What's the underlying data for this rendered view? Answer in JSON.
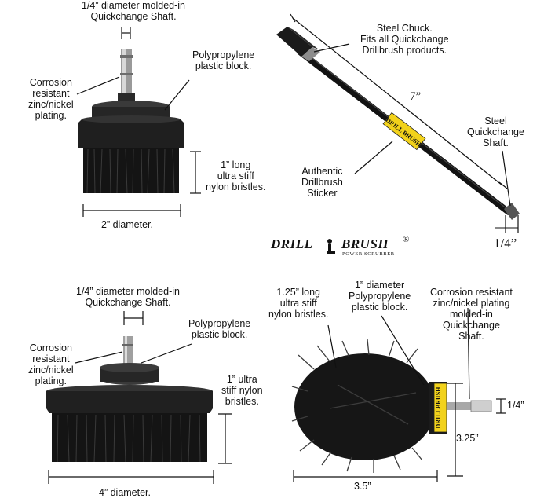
{
  "top_left": {
    "shaft_label": "1/4” diameter molded-in\nQuickchange Shaft.",
    "block_label": "Polypropylene\nplastic block.",
    "plating_label": "Corrosion\nresistant\nzinc/nickel\nplating.",
    "bristles_label": "1” long\nultra stiff\nnylon bristles.",
    "diameter_label": "2” diameter."
  },
  "top_right": {
    "chuck_label": "Steel Chuck.\nFits all Quickchange\nDrillbrush products.",
    "length_label": "7”",
    "shaft_label": "Steel\nQuickchange\nShaft.",
    "sticker_label": "Authentic\nDrillbrush\nSticker",
    "shaft_dim_label": "1/4”",
    "sticker_text": "DRILL BRUSH"
  },
  "logo": {
    "drill": "DRILL",
    "brush": "BRUSH",
    "reg": "®",
    "tagline": "POWER SCRUBBER"
  },
  "bottom_left": {
    "shaft_label": "1/4” diameter molded-in\nQuickchange Shaft.",
    "block_label": "Polypropylene\nplastic block.",
    "plating_label": "Corrosion\nresistant\nzinc/nickel\nplating.",
    "bristles_label": "1” ultra\nstiff nylon\nbristles.",
    "diameter_label": "4” diameter."
  },
  "bottom_right": {
    "bristles_label": "1.25” long\nultra stiff\nnylon bristles.",
    "block_label": "1” diameter\nPolypropylene\nplastic block.",
    "plating_label": "Corrosion resistant\nzinc/nickel plating\nmolded-in\nQuickchange\nShaft.",
    "shaft_dim_label": "1/4”",
    "height_label": "3.25”",
    "width_label": "3.5”",
    "sticker_text": "DRILLBRUSH"
  },
  "colors": {
    "line": "#111111",
    "plastic": "#232323",
    "bristle": "#151515",
    "metal": "#b8b8b8",
    "sticker": "#f2d21b"
  }
}
